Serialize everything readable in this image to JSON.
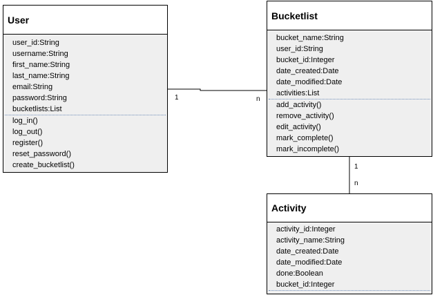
{
  "classes": {
    "user": {
      "name": "User",
      "attributes": [
        "user_id:String",
        "username:String",
        "first_name:String",
        "last_name:String",
        "email:String",
        "password:String",
        "bucketlists:List"
      ],
      "methods": [
        "log_in()",
        "log_out()",
        "register()",
        "reset_password()",
        "create_bucketlist()"
      ]
    },
    "bucketlist": {
      "name": "Bucketlist",
      "attributes": [
        "bucket_name:String",
        "user_id:String",
        "bucket_id:Integer",
        "date_created:Date",
        "date_modified:Date",
        "activities:List"
      ],
      "methods": [
        "add_activity()",
        "remove_activity()",
        "edit_activity()",
        "mark_complete()",
        "mark_incomplete()"
      ]
    },
    "activity": {
      "name": "Activity",
      "attributes": [
        "activity_id:Integer",
        "activity_name:String",
        "date_created:Date",
        "date_modified:Date",
        "done:Boolean",
        "bucket_id:Integer"
      ],
      "methods": []
    }
  },
  "associations": {
    "user_bucketlist": {
      "source_mult": "1",
      "target_mult": "n"
    },
    "bucketlist_activity": {
      "source_mult": "1",
      "target_mult": "n"
    }
  },
  "colors": {
    "border": "#000000",
    "body_fill": "#efefef",
    "divider": "#6d8cb8"
  }
}
